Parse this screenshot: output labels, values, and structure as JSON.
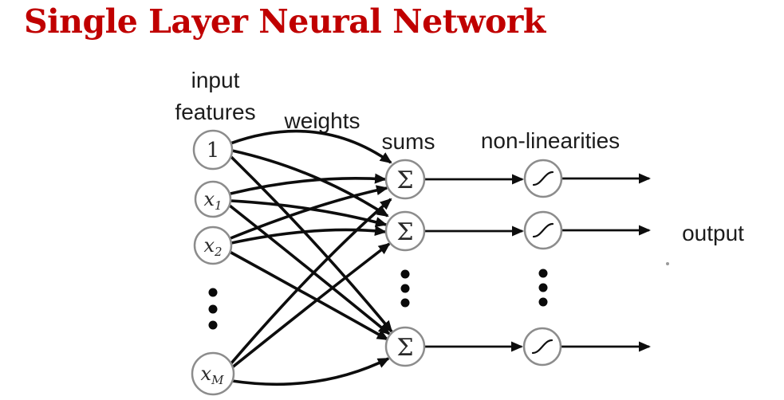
{
  "title": "Single Layer Neural Network",
  "diagram": {
    "labels": {
      "input_line1": "input",
      "input_line2": "features",
      "weights": "weights",
      "sums": "sums",
      "non_linearities": "non-linearities",
      "output": "output"
    },
    "input_nodes": [
      {
        "base": "1",
        "sub": ""
      },
      {
        "base": "x",
        "sub": "1"
      },
      {
        "base": "x",
        "sub": "2"
      },
      {
        "base": "x",
        "sub": "M"
      }
    ],
    "sum_nodes": [
      {
        "symbol": "Σ"
      },
      {
        "symbol": "Σ"
      },
      {
        "symbol": "Σ"
      }
    ],
    "nonlinearity_nodes": [
      {
        "icon": "sigmoid-curve-icon"
      },
      {
        "icon": "sigmoid-curve-icon"
      },
      {
        "icon": "sigmoid-curve-icon"
      }
    ],
    "colors": {
      "title": "#c00000",
      "line": "#0d0d0d",
      "node_stroke": "#8c8c8c",
      "label_text": "#1c1c1c"
    }
  }
}
